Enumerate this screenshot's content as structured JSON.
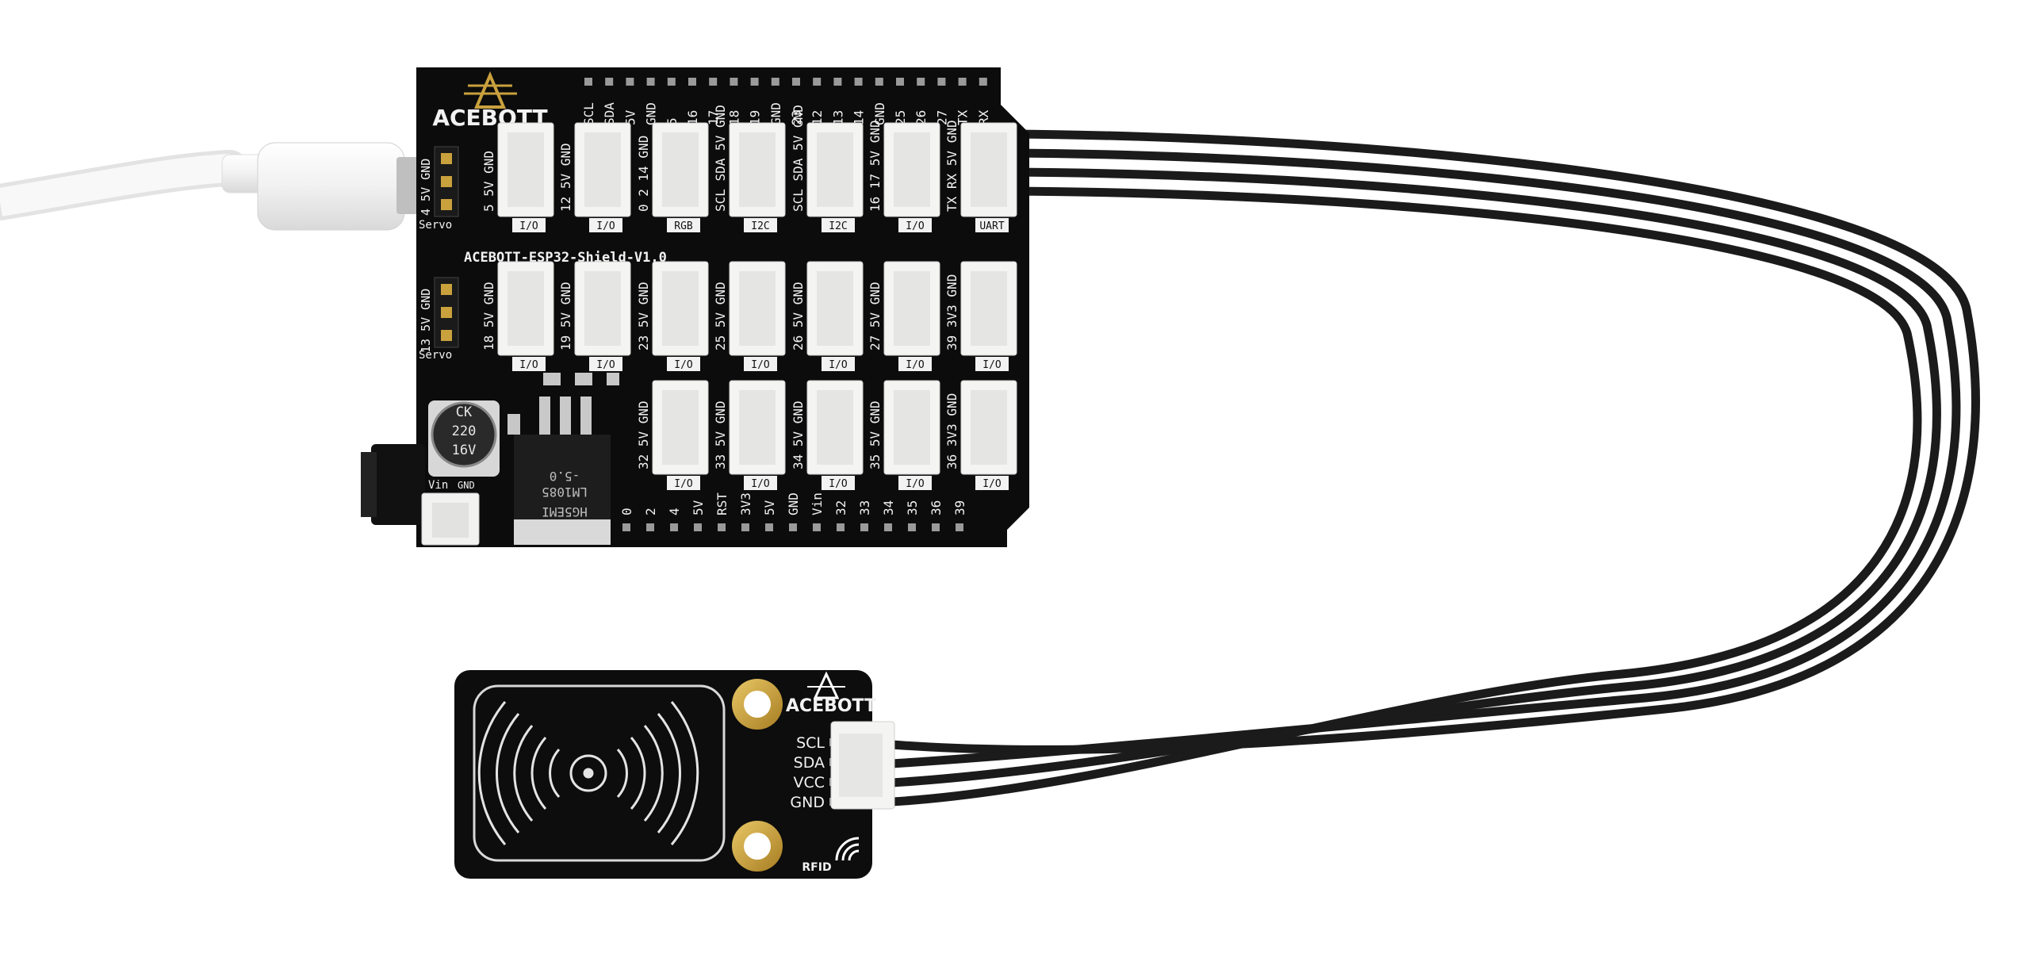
{
  "shield": {
    "brand": "ACEBOTT",
    "model": "ACEBOTT-ESP32-Shield-V1.0",
    "top_header": [
      "SCL",
      "SDA",
      "5V",
      "GND",
      "5",
      "16",
      "17",
      "18",
      "19",
      "GND",
      "23",
      "12",
      "13",
      "14",
      "GND",
      "25",
      "26",
      "27",
      "TX",
      "RX"
    ],
    "bottom_header": [
      "0",
      "2",
      "4",
      "5V",
      "RST",
      "3V3",
      "5V",
      "GND",
      "Vin",
      "32",
      "33",
      "34",
      "35",
      "36",
      "39"
    ],
    "servo_label": "Servo",
    "servo_pins_top": "4 5V GND",
    "servo_pins_bottom": "13 5V GND",
    "row1": [
      {
        "pins": "5 5V GND",
        "tag": "I/O"
      },
      {
        "pins": "12 5V GND",
        "tag": "I/O"
      },
      {
        "pins": "0 2 14 GND",
        "tag": "RGB"
      },
      {
        "pins": "SCL SDA 5V GND",
        "tag": "I2C"
      },
      {
        "pins": "SCL SDA 5V GND",
        "tag": "I2C"
      },
      {
        "pins": "16 17 5V GND",
        "tag": "I/O"
      },
      {
        "pins": "TX RX 5V GND",
        "tag": "UART"
      }
    ],
    "row2": [
      {
        "pins": "18 5V GND",
        "tag": "I/O"
      },
      {
        "pins": "19 5V GND",
        "tag": "I/O"
      },
      {
        "pins": "23 5V GND",
        "tag": "I/O"
      },
      {
        "pins": "25 5V GND",
        "tag": "I/O"
      },
      {
        "pins": "26 5V GND",
        "tag": "I/O"
      },
      {
        "pins": "27 5V GND",
        "tag": "I/O"
      },
      {
        "pins": "39 3V3 GND",
        "tag": "I/O"
      }
    ],
    "row3": [
      {
        "pins": "32 5V GND",
        "tag": "I/O"
      },
      {
        "pins": "33 5V GND",
        "tag": "I/O"
      },
      {
        "pins": "34 5V GND",
        "tag": "I/O"
      },
      {
        "pins": "35 5V GND",
        "tag": "I/O"
      },
      {
        "pins": "36 3V3 GND",
        "tag": "I/O"
      }
    ],
    "capacitor": [
      "CK",
      "220",
      "16V"
    ],
    "regulator": [
      "LM1085",
      "-5.0",
      "HG5EMI"
    ],
    "vin_label": "Vin",
    "gnd_label": "GND"
  },
  "rfid_module": {
    "brand": "ACEBOTT",
    "pins": [
      "SCL",
      "SDA",
      "VCC",
      "GND"
    ],
    "label": "RFID"
  },
  "colors": {
    "pcb": "#0c0c0c",
    "silkscreen": "#f2f2f2",
    "connector": "#f4f4f2",
    "gold": "#c9a13d",
    "cable": "#1c1c1c",
    "usb_cable": "#f7f7f7"
  }
}
